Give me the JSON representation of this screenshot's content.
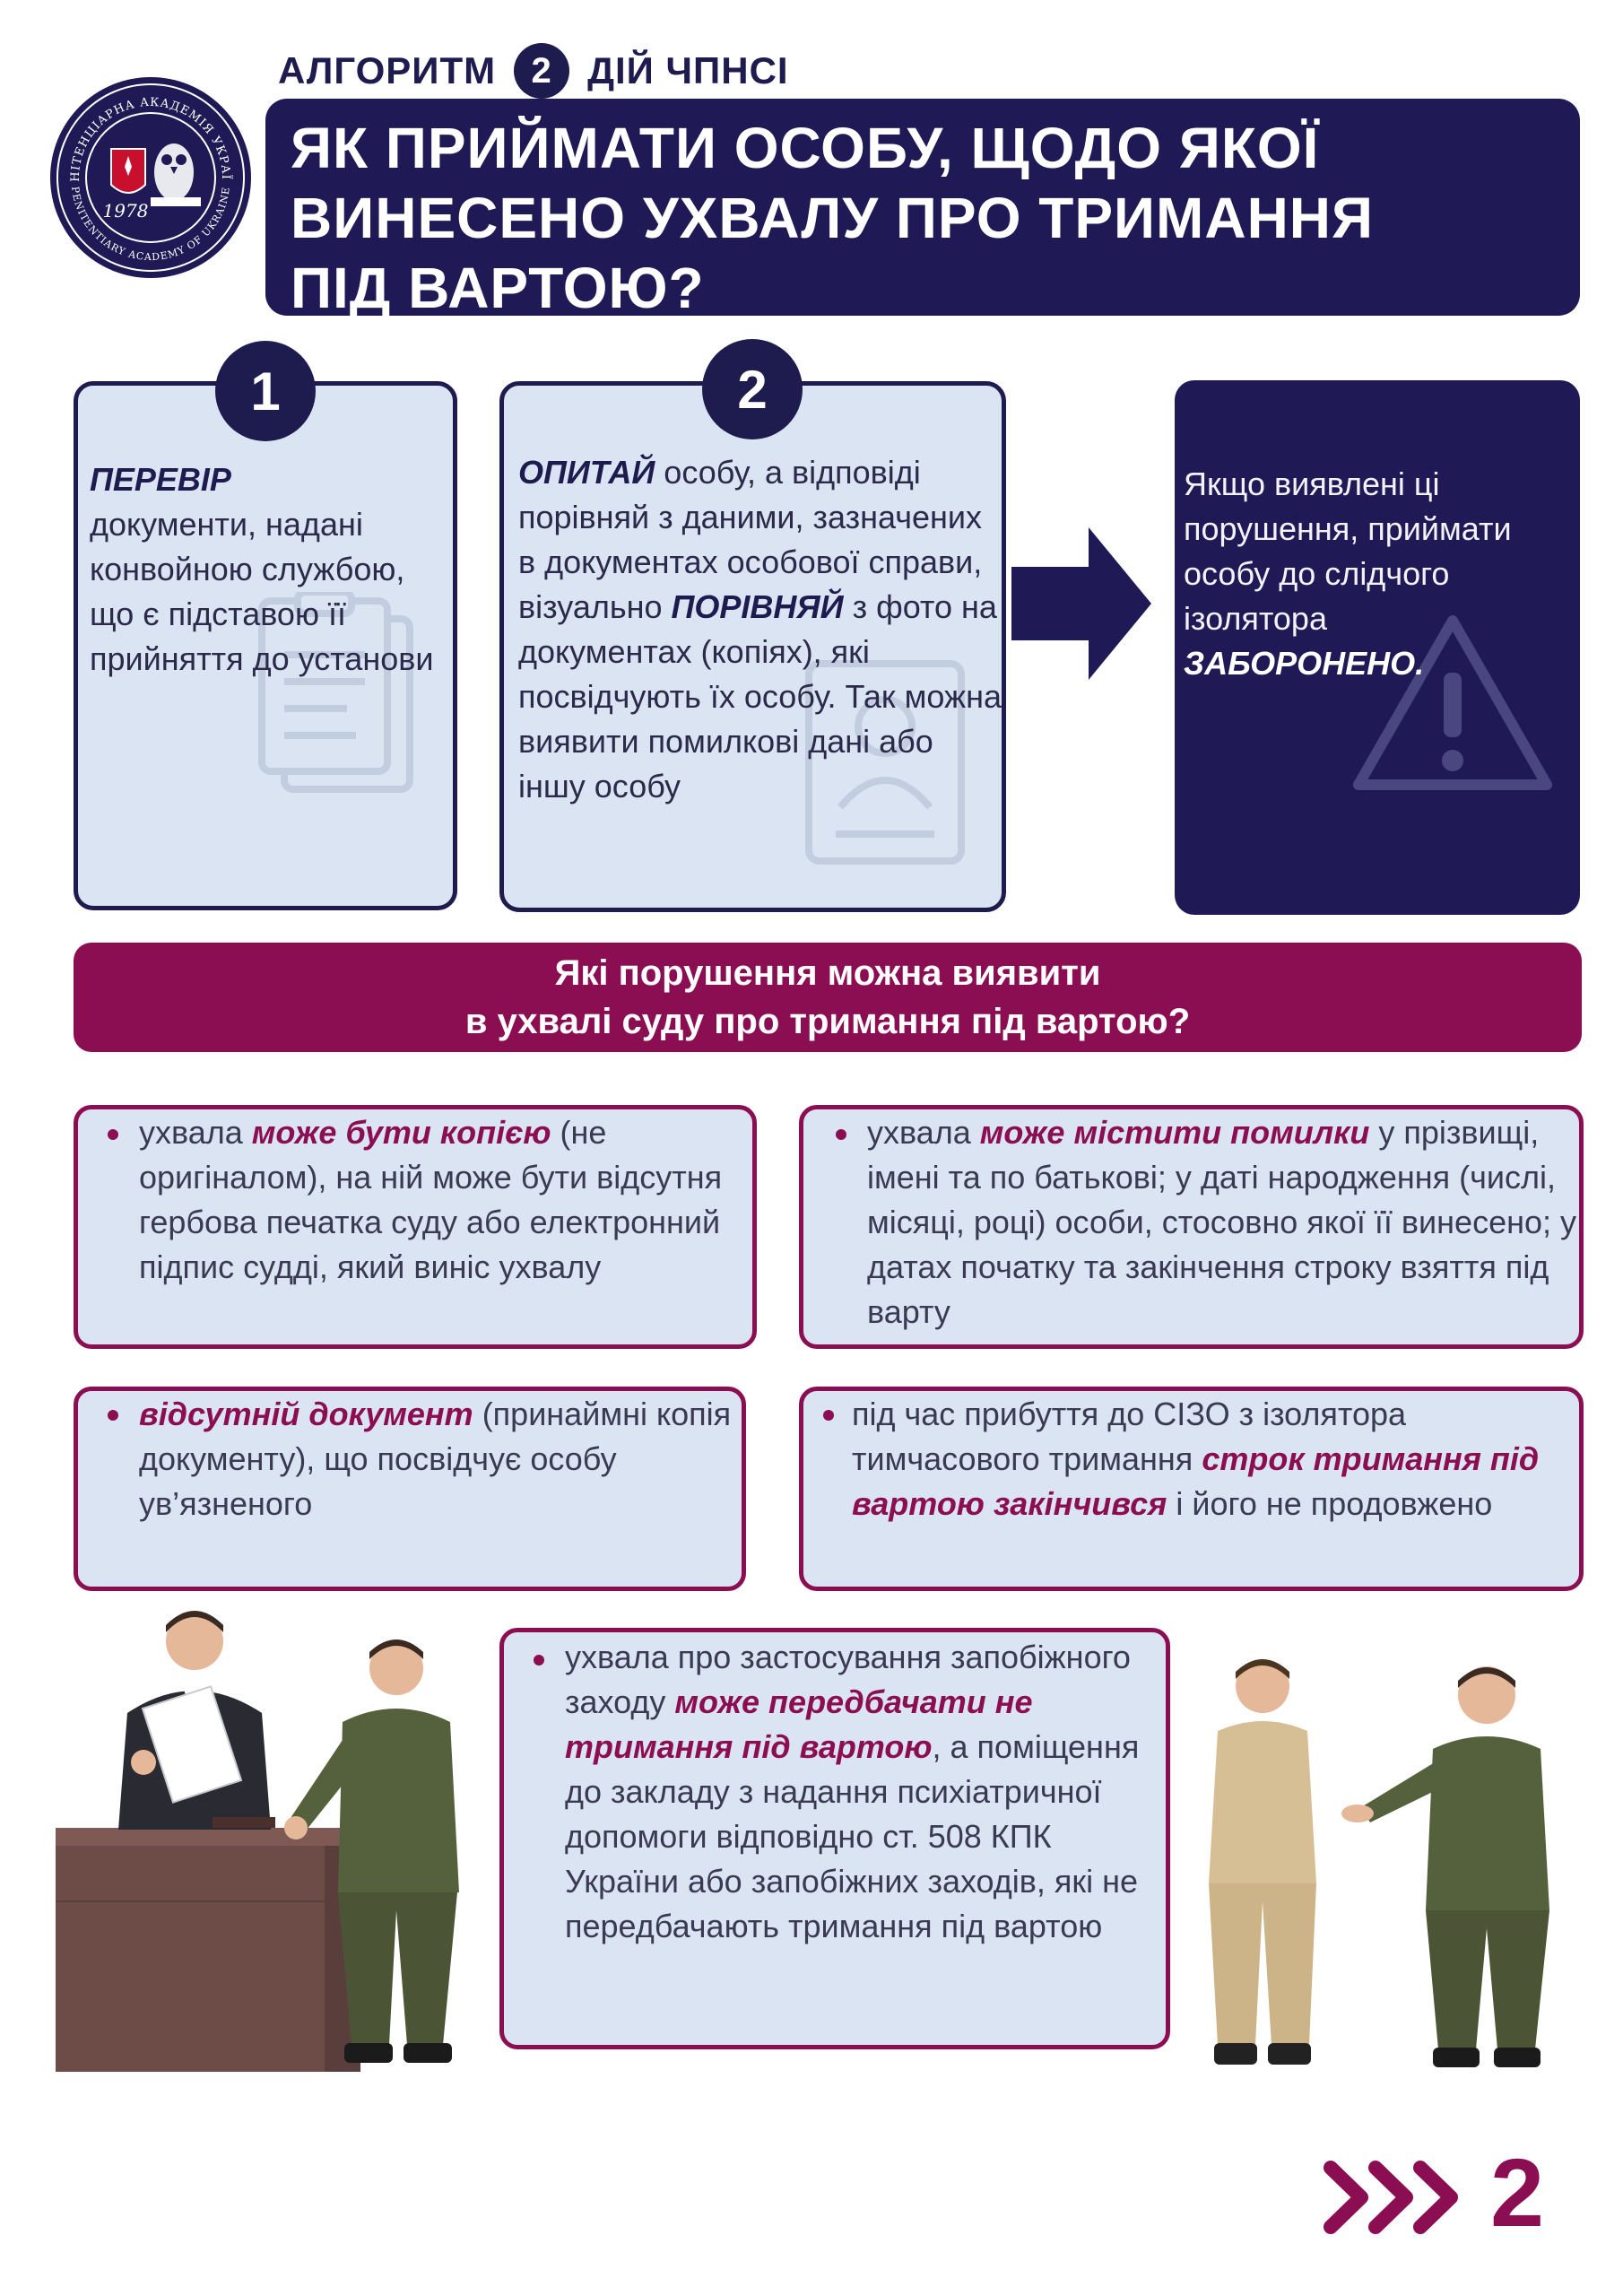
{
  "header": {
    "algo_left": "АЛГОРИТМ",
    "algo_number": "2",
    "algo_right": "ДІЙ ЧПНСІ",
    "title_lines": [
      "ЯК ПРИЙМАТИ ОСОБУ, ЩОДО ЯКОЇ",
      "ВИНЕСЕНО УХВАЛУ ПРО ТРИМАННЯ",
      "ПІД ВАРТОЮ?"
    ],
    "seal": {
      "ring_text_top": "ПЕНІТЕНЦІАРНА АКАДЕМІЯ УКРАЇНИ",
      "ring_text_bottom": "PENITENTIARY ACADEMY OF UKRAINE",
      "year": "1978"
    }
  },
  "steps": [
    {
      "number": "1",
      "lead": "ПЕРЕВІР",
      "text": "документи, надані конвойною службою, що є підставою її прийняття до установи"
    },
    {
      "number": "2",
      "lead": "ОПИТАЙ",
      "text_a": " особу, а відповіді порівняй з даними, зазначених в документах особової справи, візуально ",
      "emph": "ПОРІВНЯЙ",
      "text_b": " з фото на документах (копіях), які посвідчують їх особу. Так можна виявити помилкові дані або іншу особу"
    }
  ],
  "result": {
    "text": "Якщо виявлені ці порушення, приймати особу до слідчого ізолятора ",
    "emph": "ЗАБОРОНЕНО."
  },
  "banner": {
    "line1": "Які порушення можна виявити",
    "line2": "в ухвалі суду про тримання під вартою?"
  },
  "violations": [
    {
      "pre": "ухвала ",
      "emph": "може бути копією",
      "post": " (не оригіналом), на ній може бути відсутня гербова печатка суду або електронний підпис судді, який виніс ухвалу"
    },
    {
      "pre": "ухвала ",
      "emph": "може містити помилки",
      "post": " у прізвищі, імені та по батькові; у даті народження (числі, місяці, році) особи, стосовно якої її винесено; у датах початку та закінчення строку взяття під варту"
    },
    {
      "pre": "",
      "emph": "відсутній документ",
      "post": " (принаймні копія документу), що посвідчує особу ув’язненого"
    },
    {
      "pre": "під час прибуття до СІЗО з ізолятора тимчасового тримання ",
      "emph": "строк тримання під вартою закінчився",
      "post": " і його не продовжено"
    },
    {
      "pre": " ухвала про застосування запобіжного заходу ",
      "emph": "може передбачати не тримання під вартою",
      "post": ", а поміщення до закладу з надання психіатричної допомоги відповідно ст. 508 КПК України або запобіжних заходів, які не передбачають тримання під вартою"
    }
  ],
  "footer": {
    "page_number": "2"
  },
  "colors": {
    "navy": "#1f1a55",
    "maroon": "#8c0e52",
    "light_blue": "#dbe4f2"
  }
}
